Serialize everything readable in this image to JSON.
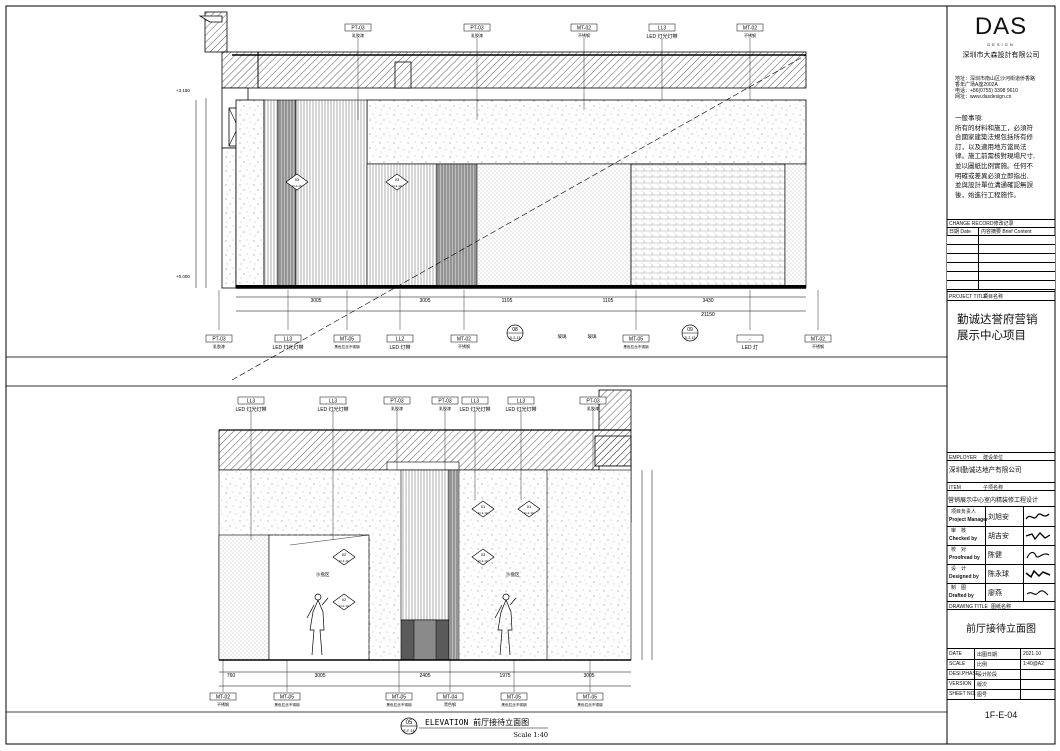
{
  "title_block": {
    "logo_text": "DAS",
    "logo_sub": "DESIGN",
    "company": "深圳市大森設計有限公司",
    "address_lines": [
      "地址：深圳市南山区沙河街道侨香路",
      "香年广场A座2002A",
      "电话：+86(0755) 3398 9610",
      "网址：www.dasdesign.cn"
    ],
    "notes_title": "一般事項:",
    "notes_lines": [
      "所有的材料和施工，必須符",
      "合國家建築法規包括所有修",
      "訂，以及適用地方當局法",
      "律。施工前需核對現場尺寸,",
      "並以圖紙比例實施。任何不",
      "明確或差異必須立即指出,",
      "並與設計單位溝通確認無誤",
      "後，始進行工程施作。"
    ],
    "change_record_label": "CHANGE RECORD修改记录",
    "change_cols": [
      "日期 Date",
      "内容摘要 Brief Content"
    ],
    "project_title_label": "PROJECT TITLE",
    "project_title_cn_label": "项目名称",
    "project_name_lines": [
      "勤诚达誉府营销",
      "展示中心项目"
    ],
    "employer_label": "EMPLOYER",
    "employer_cn_label": "建设单位",
    "employer_value": "深圳勤诚达地产有限公司",
    "item_label": "ITEM",
    "item_cn_label": "子项名称",
    "item_value": "营销展示中心室内精装修工程设计",
    "staff": [
      {
        "cn": "项目负责人",
        "en": "Project Manager",
        "name": "刘旭安"
      },
      {
        "cn": "审　核",
        "en": "Checked by",
        "name": "胡吉安"
      },
      {
        "cn": "校　对",
        "en": "Proofread by",
        "name": "陈健"
      },
      {
        "cn": "设　计",
        "en": "Designed by",
        "name": "陈永球"
      },
      {
        "cn": "制　图",
        "en": "Drafted by",
        "name": "廖燕"
      }
    ],
    "drawing_title_label": "DRAWING TITLE",
    "drawing_title_cn_label": "图纸名称",
    "drawing_title_value": "前厅接待立面图",
    "meta": [
      {
        "label": "DATE",
        "cn": "出图日期",
        "value": "2021.10"
      },
      {
        "label": "SCALE",
        "cn": "比例",
        "value": "1:40@A2"
      },
      {
        "label": "DESI.PHASE",
        "cn": "设计阶段",
        "value": ""
      },
      {
        "label": "VERSION",
        "cn": "版次",
        "value": ""
      },
      {
        "label": "SHEET NO.",
        "cn": "图号",
        "value": ""
      }
    ],
    "sheet_no": "1F-E-04"
  },
  "upper_elevation": {
    "tags_top": [
      {
        "code": "PT-03",
        "desc": "乳胶漆"
      },
      {
        "code": "PT-03",
        "desc": "乳胶漆"
      },
      {
        "code": "MT-02",
        "desc": "不锈钢"
      },
      {
        "code": "LL3",
        "desc": "LED 灯光灯带"
      },
      {
        "code": "MT-02",
        "desc": "不锈钢"
      }
    ],
    "tags_bottom": [
      {
        "code": "PT-03",
        "desc": "乳胶漆"
      },
      {
        "code": "LL3",
        "desc": "LED 灯光灯带"
      },
      {
        "code": "MT-05",
        "desc": "黑色拉丝不锈钢"
      },
      {
        "code": "LL2",
        "desc": "LED 灯带"
      },
      {
        "code": "MT-02",
        "desc": "不锈钢"
      },
      {
        "code": "MT-05",
        "desc": "黑色拉丝不锈钢"
      },
      {
        "code": "-",
        "desc": "LED 灯"
      },
      {
        "code": "MT-02",
        "desc": "不锈钢"
      }
    ],
    "dims": [
      "3005",
      "3005",
      "1105",
      "1105",
      "3430"
    ],
    "total_dim": "21150",
    "levels": [
      "+3.150",
      "+0.000"
    ],
    "callouts": [
      {
        "num": "08",
        "ref": "D-2-13"
      },
      {
        "num": "09",
        "ref": "D-2-13"
      },
      {
        "num": "03",
        "ref": "D-2-13"
      },
      {
        "num": "03",
        "ref": "D-2-13"
      }
    ],
    "glass_labels": [
      "玻璃",
      "玻璃"
    ]
  },
  "lower_elevation": {
    "tags_top": [
      {
        "code": "LL3",
        "desc": "LED 灯光灯带"
      },
      {
        "code": "LL3",
        "desc": "LED 灯光灯带"
      },
      {
        "code": "PT-03",
        "desc": "乳胶漆"
      },
      {
        "code": "PT-03",
        "desc": "乳胶漆"
      },
      {
        "code": "LL3",
        "desc": "LED 灯光灯带"
      },
      {
        "code": "LL3",
        "desc": "LED 灯光灯带"
      },
      {
        "code": "PT-03",
        "desc": "乳胶漆"
      }
    ],
    "tags_bottom": [
      {
        "code": "MT-02",
        "desc": "不锈钢"
      },
      {
        "code": "MT-05",
        "desc": "黑色拉丝不锈钢"
      },
      {
        "code": "MT-05",
        "desc": "黑色拉丝不锈钢"
      },
      {
        "code": "MT-04",
        "desc": "黑色钢"
      },
      {
        "code": "MT-05",
        "desc": "黑色拉丝不锈钢"
      },
      {
        "code": "MT-05",
        "desc": "黑色拉丝不锈钢"
      }
    ],
    "dims": [
      "760",
      "3005",
      "2405",
      "1975",
      "3005"
    ],
    "callouts": [
      {
        "num": "02",
        "ref": "D-2-13"
      },
      {
        "num": "02",
        "ref": "D-2-13"
      },
      {
        "num": "01",
        "ref": "D-2-13"
      },
      {
        "num": "01",
        "ref": "D-2-13"
      },
      {
        "num": "33",
        "ref": "D-2-13"
      }
    ],
    "area_labels": [
      "沙盘区",
      "沙盘区"
    ]
  },
  "footer": {
    "bubble_num": "05",
    "bubble_ref": "E-F-14",
    "title": "ELEVATION 前厅接待立面图",
    "scale": "Scale 1:40"
  }
}
